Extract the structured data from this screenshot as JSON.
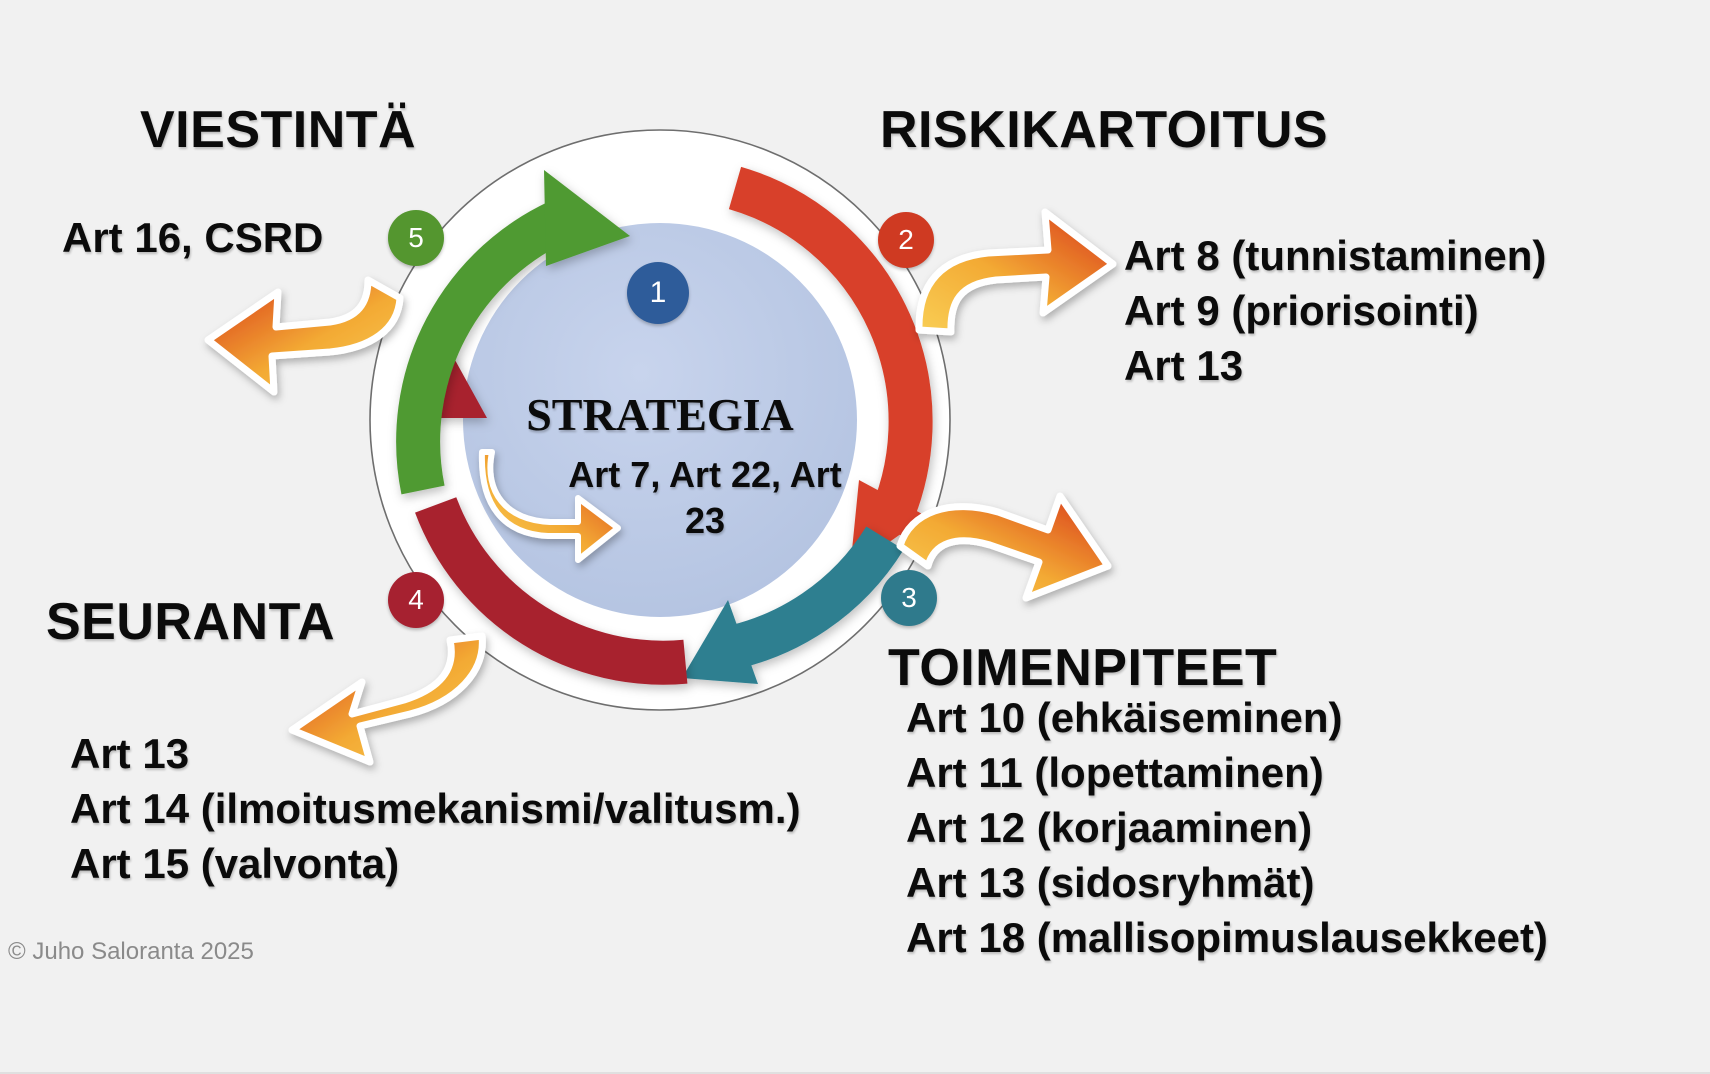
{
  "background_color": "#f1f1f1",
  "center": {
    "title": "STRATEGIA",
    "articles": "Art 7, Art 22, Art 23",
    "badge": "1",
    "badge_color": "#2e5c9a",
    "disc_color": "#bdcbe8"
  },
  "quadrants": [
    {
      "id": "viestinta",
      "heading": "VIESTINTÄ",
      "badge": "5",
      "badge_color": "#54962f",
      "arrow_color": "#4f9a33",
      "lines": [
        "Art 16, CSRD"
      ]
    },
    {
      "id": "riskikartoitus",
      "heading": "RISKIKARTOITUS",
      "badge": "2",
      "badge_color": "#cf3a22",
      "arrow_color": "#d8402a",
      "lines": [
        "Art 8 (tunnistaminen)",
        "Art 9 (priorisointi)",
        "Art 13"
      ]
    },
    {
      "id": "toimenpiteet",
      "heading": "TOIMENPITEET",
      "badge": "3",
      "badge_color": "#2f7a8c",
      "arrow_color": "#2e7f90",
      "lines": [
        "Art 10 (ehkäiseminen)",
        "Art 11 (lopettaminen)",
        "Art 12 (korjaaminen)",
        "Art 13 (sidosryhmät)",
        "Art 18 (mallisopimuslausekkeet)"
      ]
    },
    {
      "id": "seuranta",
      "heading": "SEURANTA",
      "badge": "4",
      "badge_color": "#a62130",
      "arrow_color": "#a8202f",
      "lines": [
        "Art 13",
        "Art 14 (ilmoitusmekanismi/valitusm.)",
        "Art 15 (valvonta)"
      ]
    }
  ],
  "callout_arrows": {
    "gradient_start": "#f7c240",
    "gradient_end": "#d93a16",
    "names": [
      "callout-arrow-viestinta",
      "callout-arrow-riskikartoitus",
      "callout-arrow-toimenpiteet",
      "callout-arrow-seuranta",
      "callout-arrow-strategia"
    ]
  },
  "copyright": "© Juho Saloranta 2025"
}
